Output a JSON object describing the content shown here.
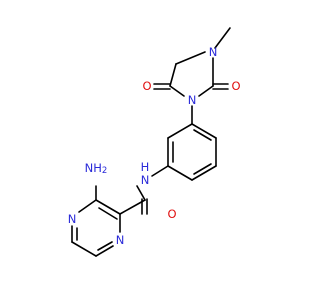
{
  "molecule": {
    "atoms": {
      "n_methyl": "N",
      "o_top": "O",
      "o_right": "O",
      "n_imide": "N",
      "nh_amide": "N",
      "h_amide": "H",
      "o_amide": "O",
      "nh2": "NH",
      "nh2_sub": "2",
      "n_pyrazine_top": "N",
      "n_pyrazine_bottom": "N"
    },
    "colors": {
      "carbon_bond": "#000000",
      "nitrogen": "#2b2bd9",
      "oxygen": "#e01010"
    }
  }
}
